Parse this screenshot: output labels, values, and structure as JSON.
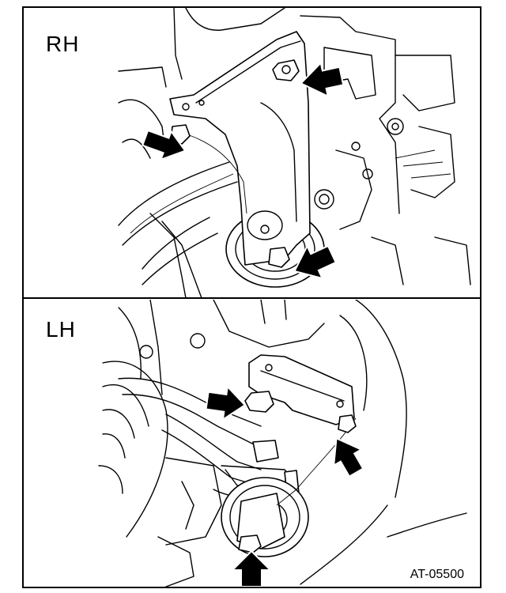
{
  "panels": {
    "rh": {
      "label": "RH"
    },
    "lh": {
      "label": "LH"
    }
  },
  "figure_code": "AT-05500",
  "colors": {
    "line": "#000000",
    "background": "#ffffff"
  },
  "icons": [
    "pointer-arrow-icon"
  ]
}
